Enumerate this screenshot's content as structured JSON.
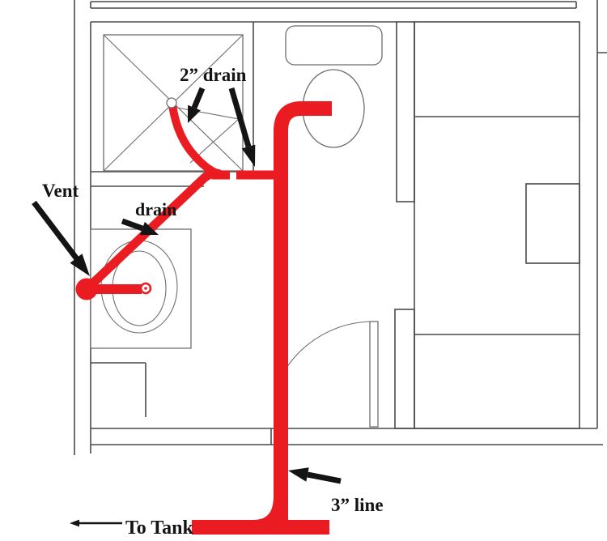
{
  "colors": {
    "pipe": "#ea1c22",
    "wall": "#4a4a4a",
    "wall_light": "#6e6e6e",
    "annotation": "#141414",
    "background": "#ffffff"
  },
  "labels": {
    "vent": "Vent",
    "sink_drain": "drain",
    "shower_drain": "2” drain",
    "main_line": "3” line",
    "to_tank": "To Tank"
  }
}
